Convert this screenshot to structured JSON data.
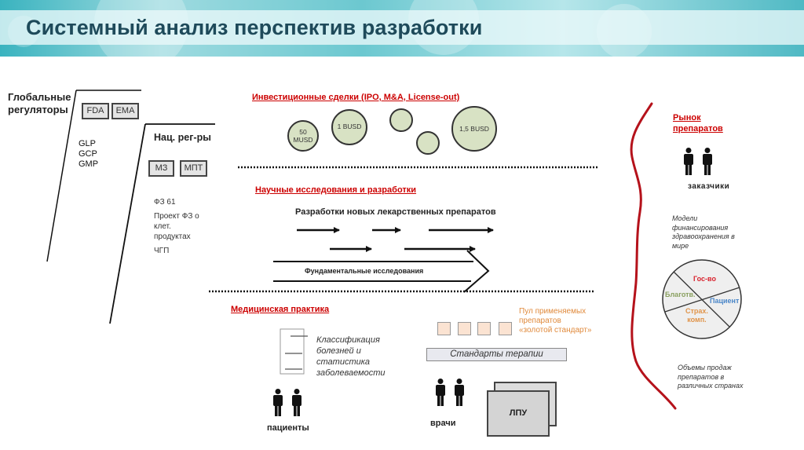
{
  "header": {
    "title": "Системный анализ перспектив разработки"
  },
  "regulators": {
    "global_label": "Глобальные регуляторы",
    "global_line1": "Глобальные",
    "global_line2": "регуляторы",
    "global_boxes": [
      "FDA",
      "EMA"
    ],
    "standards": [
      "GLP",
      "GCP",
      "GMP"
    ],
    "national_label": "Нац. рег-ры",
    "national_boxes": [
      "МЗ",
      "МПТ"
    ],
    "laws": [
      "ФЗ 61",
      "Проект ФЗ о клет. продуктах",
      "ЧГП"
    ],
    "law2_lines": [
      "Проект ФЗ о",
      "клет.",
      "продуктах"
    ]
  },
  "investments": {
    "heading": "Инвестиционные сделки (IPO, M&A, License-out)",
    "bubbles": [
      {
        "label_lines": [
          "50",
          "MUSD"
        ]
      },
      {
        "label_lines": [
          "1 BUSD"
        ]
      },
      {
        "label_lines": []
      },
      {
        "label_lines": []
      },
      {
        "label_lines": [
          "1,5 BUSD"
        ]
      }
    ]
  },
  "research": {
    "heading": "Научные исследования и разработки",
    "drug_dev_label": "Разработки новых лекарственных препаратов",
    "fundamental_label": "Фундаментальные исследования"
  },
  "medical_practice": {
    "heading": "Медицинская практика",
    "classification_lines": [
      "Классификация",
      "болезней и",
      "статистика",
      "заболеваемости"
    ],
    "pool_lines": [
      "Пул применяемых",
      "препаратов",
      "«золотой стандарт»"
    ],
    "therapy_standards": "Стандарты терапии",
    "patients_label": "пациенты",
    "doctors_label": "врачи",
    "facility_label": "ЛПУ"
  },
  "market": {
    "heading_lines": [
      "Рынок",
      "препаратов"
    ],
    "customers_label": "заказчики",
    "financing_lines": [
      "Модели",
      "финансирования",
      "здравоохранения в",
      "мире"
    ],
    "pie_segments": [
      {
        "label": "Гос-во",
        "color": "#d9232e"
      },
      {
        "label": "Благотв.",
        "color": "#8aa060"
      },
      {
        "label": "Пациент",
        "color": "#4a86c8"
      },
      {
        "label": "Страх.",
        "label2": "комп.",
        "color": "#e0944a"
      }
    ],
    "sales_lines": [
      "Объемы продаж",
      "препаратов в",
      "различных странах"
    ]
  },
  "colors": {
    "accent_red": "#c00000",
    "divider_red": "#b5121b",
    "bubble_fill": "#d8e2c4"
  }
}
